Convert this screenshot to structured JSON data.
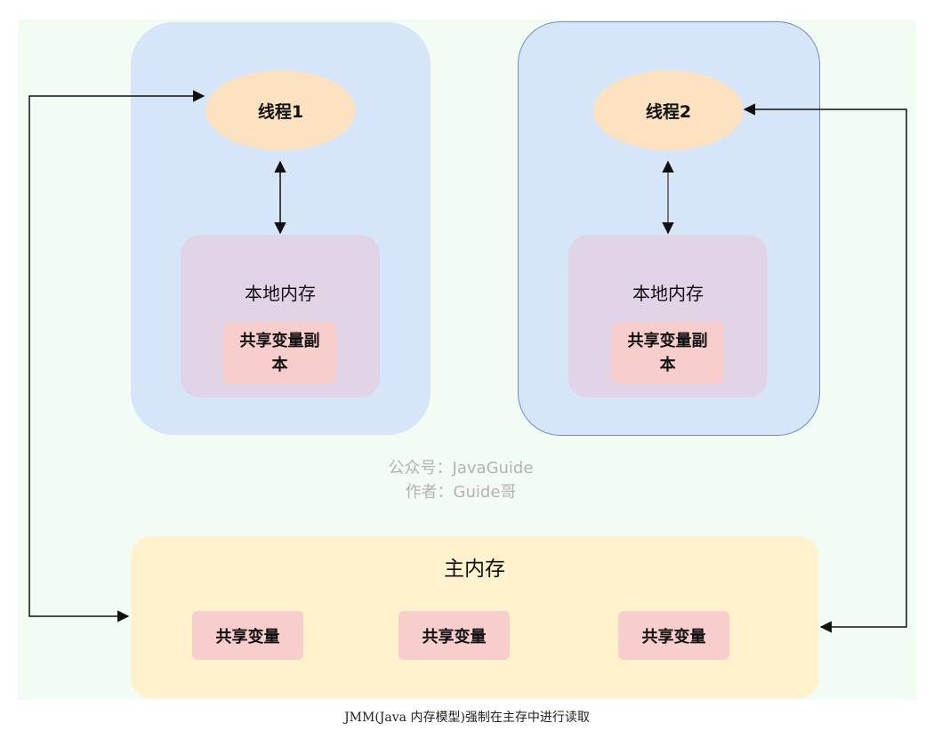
{
  "threads": [
    {
      "label": "线程1"
    },
    {
      "label": "线程2"
    }
  ],
  "local_memory": [
    {
      "title": "本地内存",
      "copy_label": "共享变量副\n本"
    },
    {
      "title": "本地内存",
      "copy_label": "共享变量副\n本"
    }
  ],
  "main_memory": {
    "title": "主内存",
    "shared_vars": [
      "共享变量",
      "共享变量",
      "共享变量"
    ]
  },
  "watermark": {
    "line1": "公众号：JavaGuide",
    "line2": "作者：Guide哥"
  },
  "caption": "JMM(Java 内存模型)强制在主存中进行读取",
  "colors": {
    "background": "#f3fbf5",
    "thread_panel": "#d6e5f7",
    "thread_panel_border": "#6c8ebf",
    "thread": "#fde2c2",
    "local_memory": "#e2d4e7",
    "shared_copy": "#f8cecc",
    "main_memory": "#fff2cc",
    "arrow": "#111111"
  }
}
